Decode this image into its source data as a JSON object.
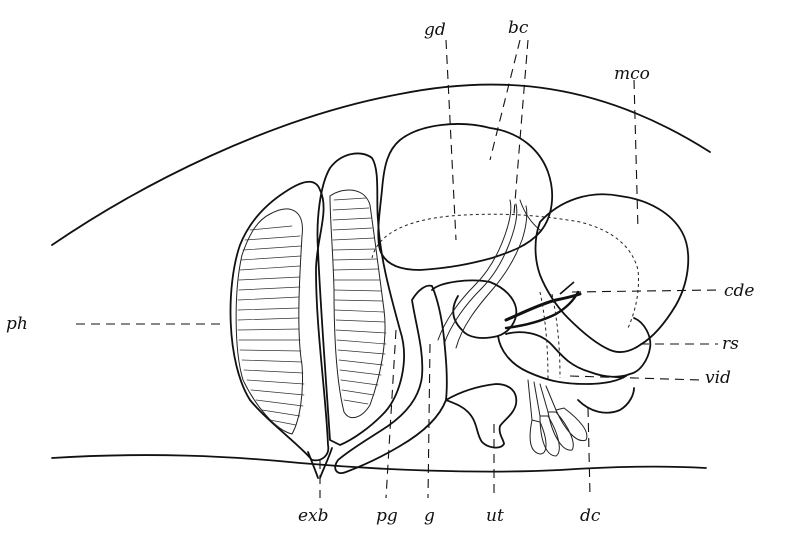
{
  "figure": {
    "labels": {
      "gd": "gd",
      "bc": "bc",
      "mco": "mco",
      "cde": "cde",
      "ph": "ph",
      "rs": "rs",
      "vid": "vid",
      "exb": "exb",
      "pg": "pg",
      "g": "g",
      "ut": "ut",
      "dc": "dc"
    }
  }
}
